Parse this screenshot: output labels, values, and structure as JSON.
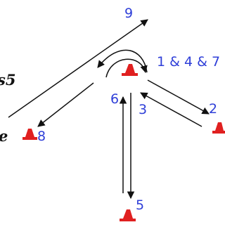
{
  "labels": {
    "step_9": "9",
    "step_1_4_7": "1 & 4 & 7",
    "step_2": "2",
    "step_3": "3",
    "step_5": "5",
    "step_6": "6",
    "step_8": "8"
  },
  "edge_text": {
    "left_top": "s5",
    "left_bottom": "e"
  },
  "colors": {
    "label": "#2f3fd8",
    "line": "#111111",
    "cone": "#e02020"
  }
}
